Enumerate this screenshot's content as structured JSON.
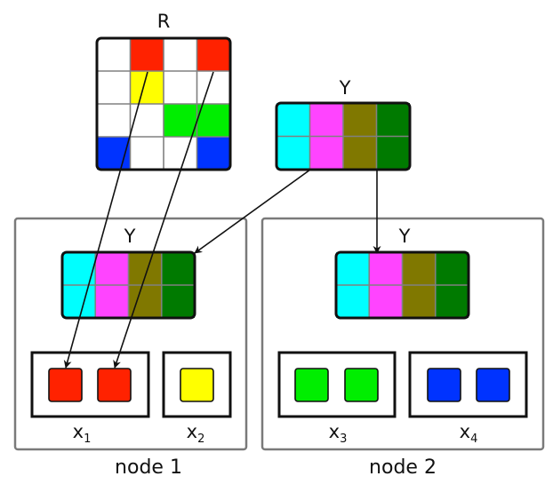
{
  "colors": {
    "red": "#ff2200",
    "yellow": "#ffff00",
    "green": "#00ee00",
    "blue": "#0033ff",
    "white": "#ffffff",
    "cyan": "#00ffff",
    "magenta": "#ff44ff",
    "olive": "#807800",
    "darkgreen": "#007a00"
  },
  "matrix_r": {
    "label": "R",
    "cells": [
      [
        "white",
        "red",
        "white",
        "red"
      ],
      [
        "white",
        "yellow",
        "white",
        "white"
      ],
      [
        "white",
        "white",
        "green",
        "green"
      ],
      [
        "blue",
        "white",
        "white",
        "blue"
      ]
    ]
  },
  "matrix_y": {
    "label": "Y",
    "rows": 2,
    "columns": [
      "cyan",
      "magenta",
      "olive",
      "darkgreen"
    ]
  },
  "nodes": [
    {
      "label": "node 1",
      "y_label": "Y",
      "partitions": [
        {
          "label": "x",
          "subscript": "1",
          "blocks": [
            "red",
            "red"
          ]
        },
        {
          "label": "x",
          "subscript": "2",
          "blocks": [
            "yellow"
          ]
        }
      ]
    },
    {
      "label": "node 2",
      "y_label": "Y",
      "partitions": [
        {
          "label": "x",
          "subscript": "3",
          "blocks": [
            "green",
            "green"
          ]
        },
        {
          "label": "x",
          "subscript": "4",
          "blocks": [
            "blue",
            "blue"
          ]
        }
      ]
    }
  ],
  "arrows": [
    {
      "from": "R[0][1]",
      "to": "node1.x1.block0"
    },
    {
      "from": "R[0][3]",
      "to": "node1.x1.block1"
    },
    {
      "from": "Y",
      "to": "node1.Y"
    },
    {
      "from": "Y",
      "to": "node2.Y"
    }
  ]
}
